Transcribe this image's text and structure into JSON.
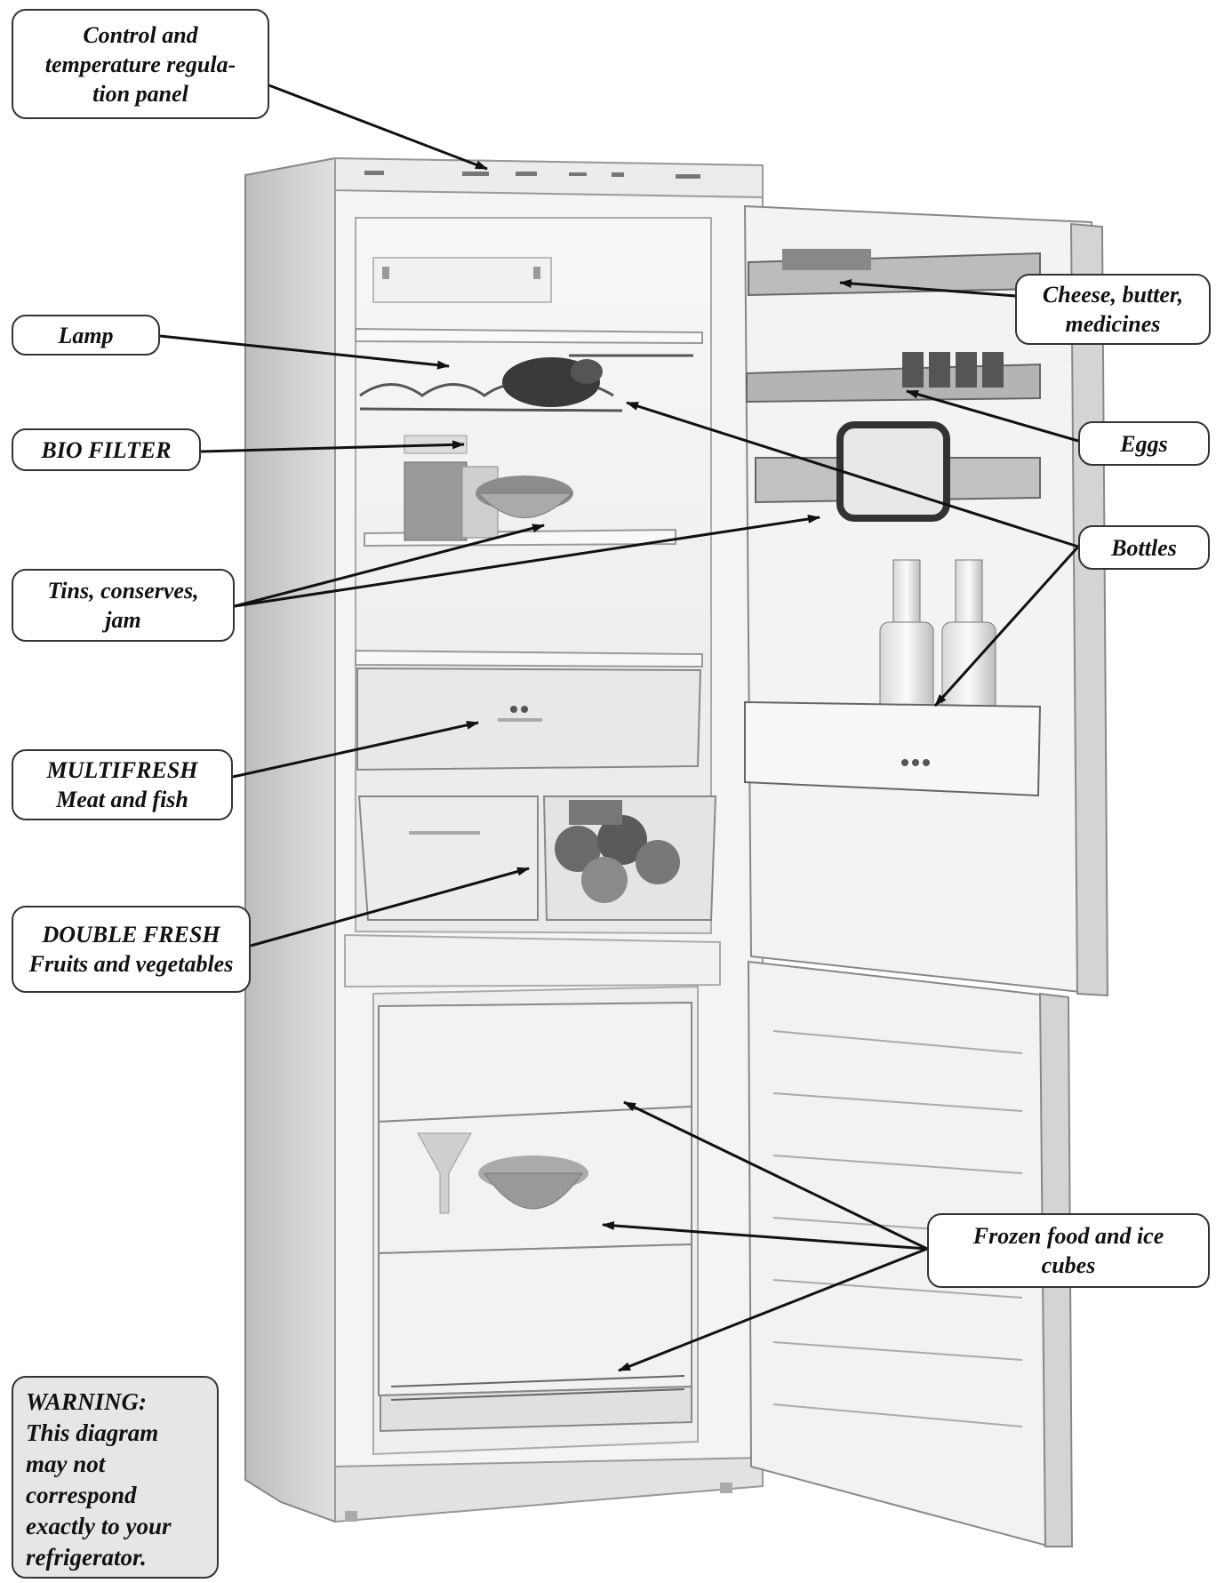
{
  "callouts": {
    "control_panel": "Control and\ntemperature regula-\ntion panel",
    "cheese": "Cheese, butter,\nmedicines",
    "lamp": "Lamp",
    "eggs": "Eggs",
    "bio_filter": "BIO FILTER",
    "bottles": "Bottles",
    "tins": "Tins, conserves,\njam",
    "multifresh": "MULTIFRESH\nMeat and fish",
    "double_fresh": "DOUBLE FRESH\nFruits and vegetables",
    "frozen": "Frozen food and ice\ncubes",
    "warning": "WARNING:\nThis diagram\nmay not\ncorrespond\nexactly to your\nrefrigerator."
  },
  "colors": {
    "outline": "#333333",
    "warning_fill": "#e6e6e6",
    "fridge_body": "#f2f2f2",
    "fridge_side": "#c8c8c8",
    "leader_line": "#111111"
  }
}
